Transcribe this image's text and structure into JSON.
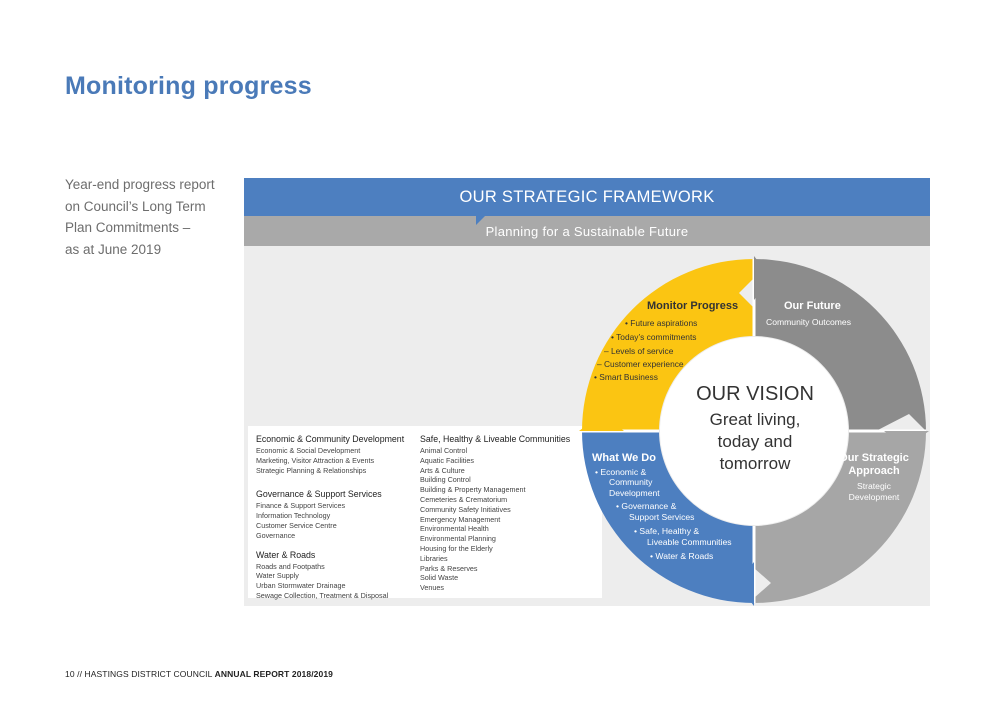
{
  "page": {
    "title": "Monitoring progress",
    "intro_lines": [
      "Year-end progress report",
      "on Council’s Long Term",
      "Plan Commitments –",
      "as at June 2019"
    ]
  },
  "framework": {
    "header": "OUR STRATEGIC FRAMEWORK",
    "subheader": "Planning for a Sustainable Future",
    "colors": {
      "header_blue": "#4d7fc0",
      "subheader_grey": "#a9a9a9",
      "monitor_yellow": "#fbc512",
      "future_grey": "#8c8c8c",
      "approach_grey": "#a6a6a6",
      "whatwedo_blue": "#4d7fc0"
    },
    "vision": {
      "title": "OUR VISION",
      "lines": [
        "Great living,",
        "today and",
        "tomorrow"
      ]
    },
    "monitor_progress": {
      "title": "Monitor Progress",
      "items": [
        "•  Future aspirations",
        "•  Today’s commitments",
        "–  Levels of service",
        "–  Customer experience",
        "•  Smart Business"
      ]
    },
    "our_future": {
      "title": "Our Future",
      "subtitle": "Community Outcomes"
    },
    "strategic_approach": {
      "title_lines": [
        "Our Strategic",
        "Approach"
      ],
      "subtitle_lines": [
        "Strategic",
        "Development"
      ]
    },
    "what_we_do": {
      "title": "What We Do",
      "items": [
        "•  Economic &",
        "Community",
        "Development",
        "•  Governance &",
        "Support Services",
        "•  Safe, Healthy &",
        "Liveable Communities",
        "•  Water & Roads"
      ]
    },
    "services": {
      "left": [
        {
          "title": "Economic & Community Development",
          "items": [
            "Economic & Social Development",
            "Marketing, Visitor Attraction & Events",
            "Strategic Planning & Relationships"
          ]
        },
        {
          "title": "Governance & Support Services",
          "items": [
            "Finance & Support Services",
            "Information Technology",
            "Customer Service Centre",
            "Governance"
          ]
        },
        {
          "title": "Water & Roads",
          "items": [
            "Roads and Footpaths",
            "Water Supply",
            "Urban Stormwater Drainage",
            "Sewage Collection, Treatment & Disposal"
          ]
        }
      ],
      "right": {
        "title": "Safe, Healthy & Liveable Communities",
        "items": [
          "Animal Control",
          "Aquatic Facilities",
          "Arts & Culture",
          "Building Control",
          "Building & Property Management",
          "Cemeteries  & Crematorium",
          "Community Safety Initiatives",
          "Emergency  Management",
          "Environmental  Health",
          "Environmental  Planning",
          "Housing for the Elderly",
          "Libraries",
          "Parks & Reserves",
          "Solid Waste",
          "Venues"
        ]
      }
    }
  },
  "footer": {
    "prefix": "10 // HASTINGS DISTRICT COUNCIL ",
    "bold": "ANNUAL REPORT 2018/2019"
  }
}
